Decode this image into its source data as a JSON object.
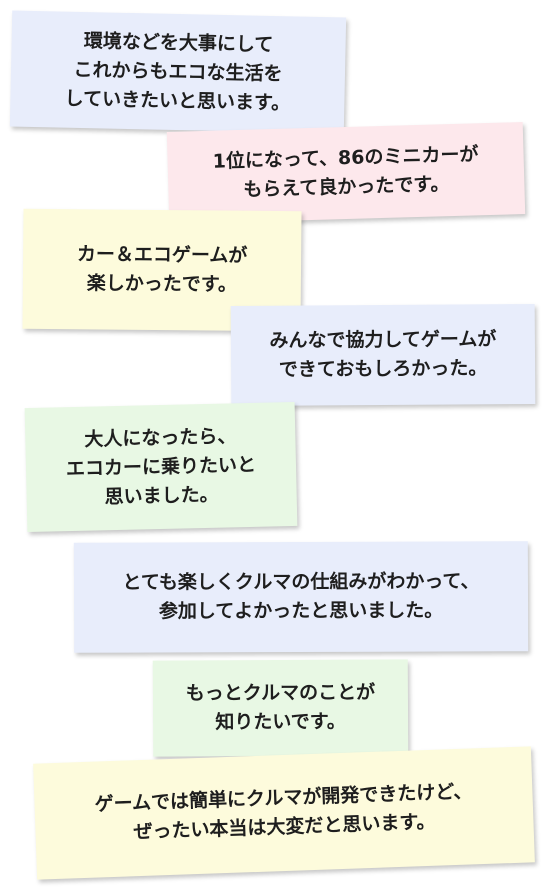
{
  "notes": [
    {
      "text": "環境などを大事にして\nこれからもエコな生活を\nしていきたいと思います。",
      "color": "#e8edfb"
    },
    {
      "text": "1位になって、86のミニカーが\nもらえて良かったです。",
      "color": "#fde8ec"
    },
    {
      "text": "カー＆エコゲームが\n楽しかったです。",
      "color": "#fdfbdc"
    },
    {
      "text": "みんなで協力してゲームが\nできておもしろかった。",
      "color": "#e8edfb"
    },
    {
      "text": "大人になったら、\nエコカーに乗りたいと\n思いました。",
      "color": "#e8f8e4"
    },
    {
      "text": "とても楽しくクルマの仕組みがわかって、\n参加してよかったと思いました。",
      "color": "#e8edfb"
    },
    {
      "text": "もっとクルマのことが\n知りたいです。",
      "color": "#e8f8e4"
    },
    {
      "text": "ゲームでは簡単にクルマが開発できたけど、\nぜったい本当は大変だと思います。",
      "color": "#fdfbdc"
    }
  ]
}
